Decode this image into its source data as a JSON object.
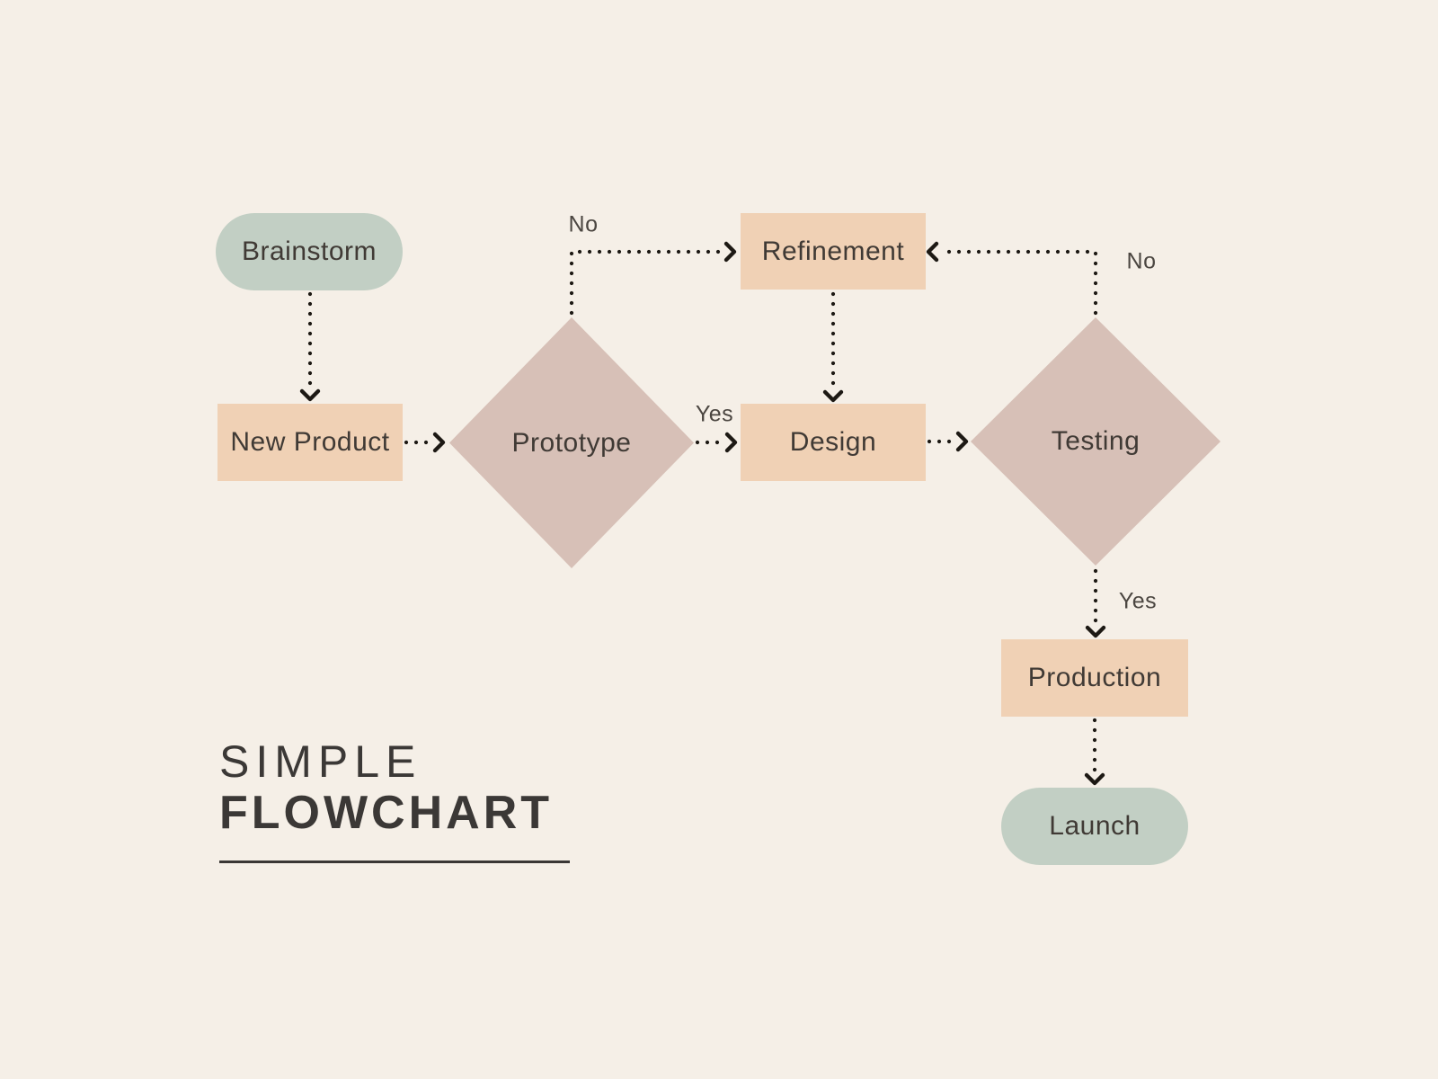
{
  "title": {
    "line1": "SIMPLE",
    "line2": "FLOWCHART"
  },
  "nodes": {
    "brainstorm": {
      "label": "Brainstorm",
      "shape": "pill"
    },
    "new_product": {
      "label": "New Product",
      "shape": "process"
    },
    "prototype": {
      "label": "Prototype",
      "shape": "decision"
    },
    "refinement": {
      "label": "Refinement",
      "shape": "process"
    },
    "design": {
      "label": "Design",
      "shape": "process"
    },
    "testing": {
      "label": "Testing",
      "shape": "decision"
    },
    "production": {
      "label": "Production",
      "shape": "process"
    },
    "launch": {
      "label": "Launch",
      "shape": "pill"
    }
  },
  "edge_labels": {
    "prototype_no": "No",
    "prototype_yes": "Yes",
    "testing_no": "No",
    "testing_yes": "Yes"
  },
  "edges": [
    {
      "from": "brainstorm",
      "to": "new_product",
      "label": ""
    },
    {
      "from": "new_product",
      "to": "prototype",
      "label": ""
    },
    {
      "from": "prototype",
      "to": "refinement",
      "label": "No"
    },
    {
      "from": "prototype",
      "to": "design",
      "label": "Yes"
    },
    {
      "from": "refinement",
      "to": "design",
      "label": ""
    },
    {
      "from": "design",
      "to": "testing",
      "label": ""
    },
    {
      "from": "testing",
      "to": "refinement",
      "label": "No"
    },
    {
      "from": "testing",
      "to": "production",
      "label": "Yes"
    },
    {
      "from": "production",
      "to": "launch",
      "label": ""
    }
  ],
  "colors": {
    "background": "#f5efe7",
    "terminal_pill": "#c2cfc4",
    "process_box": "#f0d1b5",
    "decision_diamond": "#d7c0b7",
    "arrow": "#1d1914",
    "node_text": "#403a35",
    "edge_label_text": "#4b4641",
    "title_text": "#3b3836"
  }
}
